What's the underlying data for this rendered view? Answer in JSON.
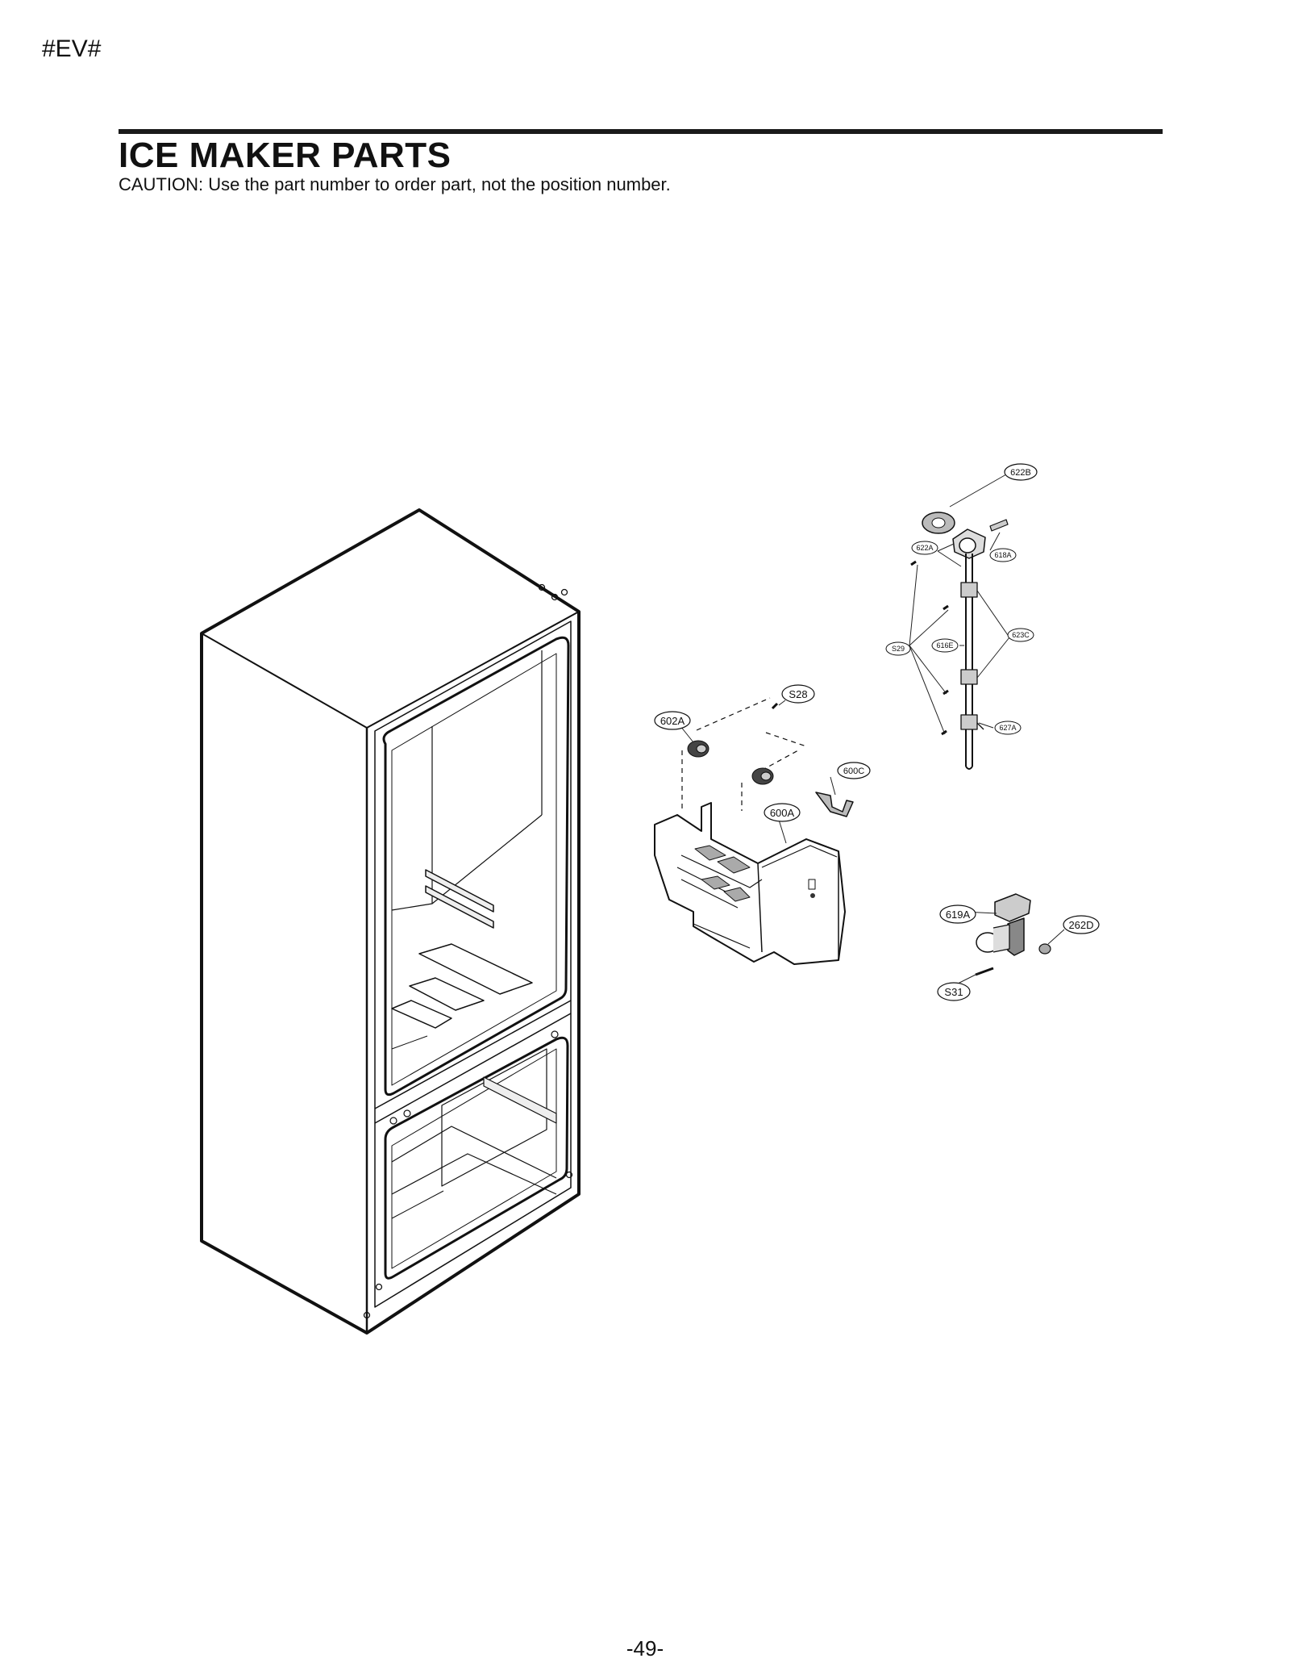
{
  "header": {
    "corner_tag": "#EV#",
    "title": "ICE MAKER PARTS",
    "caution": "CAUTION: Use the part number to order part, not the position number."
  },
  "callouts": {
    "c622B": "622B",
    "c622A": "622A",
    "c618A": "618A",
    "c623C": "623C",
    "cS29": "S29",
    "c616E": "616E",
    "c627A": "627A",
    "cS28": "S28",
    "c602A": "602A",
    "c600C": "600C",
    "c600A": "600A",
    "c619A": "619A",
    "c262D": "262D",
    "cS31": "S31"
  },
  "footer": {
    "page_number": "-49-"
  }
}
